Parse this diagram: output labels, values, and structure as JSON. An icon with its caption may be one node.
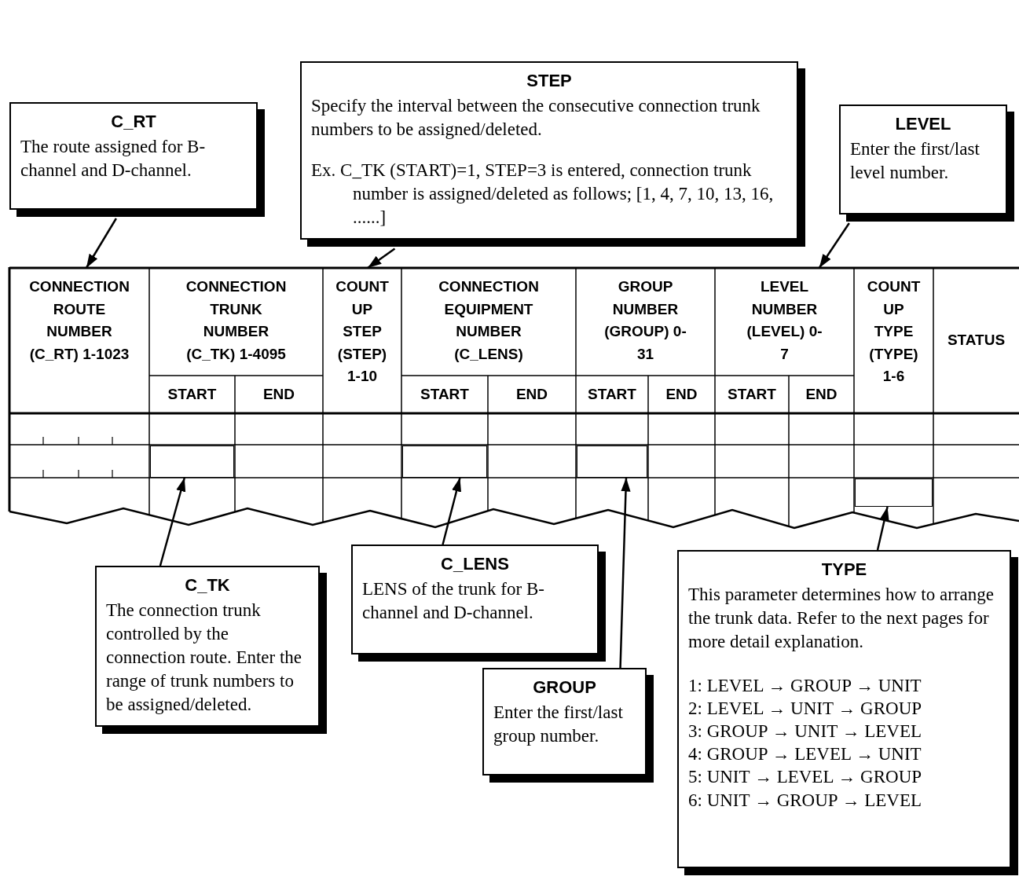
{
  "diagram": {
    "nodes": [
      {
        "text": [
          "C_RT",
          "The route assigned for B-channel and D-channel."
        ]
      },
      {
        "text": [
          "STEP",
          "Specify the interval between the consecutive connection trunk numbers to be assigned/deleted.",
          "Ex. C_TK (START)=1, STEP=3 is entered, connection trunk number is assigned/deleted as follows; [1, 4, 7, 10, 13, 16, ......]"
        ]
      },
      {
        "text": [
          "LEVEL",
          "Enter the first/last level number."
        ]
      },
      {
        "text": [
          "CONNECTION ROUTE NUMBER (C_RT) 1-1023"
        ]
      },
      {
        "text": [
          "CONNECTION TRUNK NUMBER (C_TK) 1-4095"
        ]
      },
      {
        "text": [
          "START"
        ]
      },
      {
        "text": [
          "END"
        ]
      },
      {
        "text": [
          "COUNT UP STEP (STEP) 1-10"
        ]
      },
      {
        "text": [
          "CONNECTION EQUIPMENT NUMBER (C_LENS)"
        ]
      },
      {
        "text": [
          "START"
        ]
      },
      {
        "text": [
          "END"
        ]
      },
      {
        "text": [
          "GROUP NUMBER (GROUP) 0-31"
        ]
      },
      {
        "text": [
          "START"
        ]
      },
      {
        "text": [
          "END"
        ]
      },
      {
        "text": [
          "LEVEL NUMBER (LEVEL) 0-7"
        ]
      },
      {
        "text": [
          "START"
        ]
      },
      {
        "text": [
          "END"
        ]
      },
      {
        "text": [
          "COUNT UP TYPE (TYPE) 1-6"
        ]
      },
      {
        "text": [
          "STATUS"
        ]
      },
      {
        "text": [],
        "shape": "box"
      },
      {
        "text": [],
        "shape": "box"
      },
      {
        "text": [],
        "shape": "box"
      },
      {
        "text": [],
        "shape": "box"
      },
      {
        "text": [
          "C_TK",
          "The connection trunk controlled by the connection route. Enter the range of trunk numbers to be assigned/deleted."
        ]
      },
      {
        "text": [
          "C_LENS",
          "LENS of the trunk for B-channel and D-channel."
        ]
      },
      {
        "text": [
          "GROUP",
          "Enter the first/last group number."
        ]
      },
      {
        "text": [
          "TYPE",
          "This parameter determines how to arrange the trunk data. Refer to the next pages for more detail explanation.",
          "1: LEVEL → GROUP → UNIT",
          "2: LEVEL → UNIT → GROUP",
          "3: GROUP → UNIT → LEVEL",
          "4: GROUP → LEVEL → UNIT",
          "5: UNIT → LEVEL → GROUP",
          "6: UNIT → GROUP → LEVEL"
        ]
      }
    ],
    "edges": [
      {
        "from": 0,
        "to": 3,
        "arrow": "to"
      },
      {
        "from": 1,
        "to": 7,
        "arrow": "to"
      },
      {
        "from": 2,
        "to": 14,
        "arrow": "to"
      },
      {
        "from": 23,
        "to": 19,
        "arrow": "to"
      },
      {
        "from": 24,
        "to": 20,
        "arrow": "to"
      },
      {
        "from": 25,
        "to": 21,
        "arrow": "to"
      },
      {
        "from": 26,
        "to": 22,
        "arrow": "to"
      }
    ]
  }
}
